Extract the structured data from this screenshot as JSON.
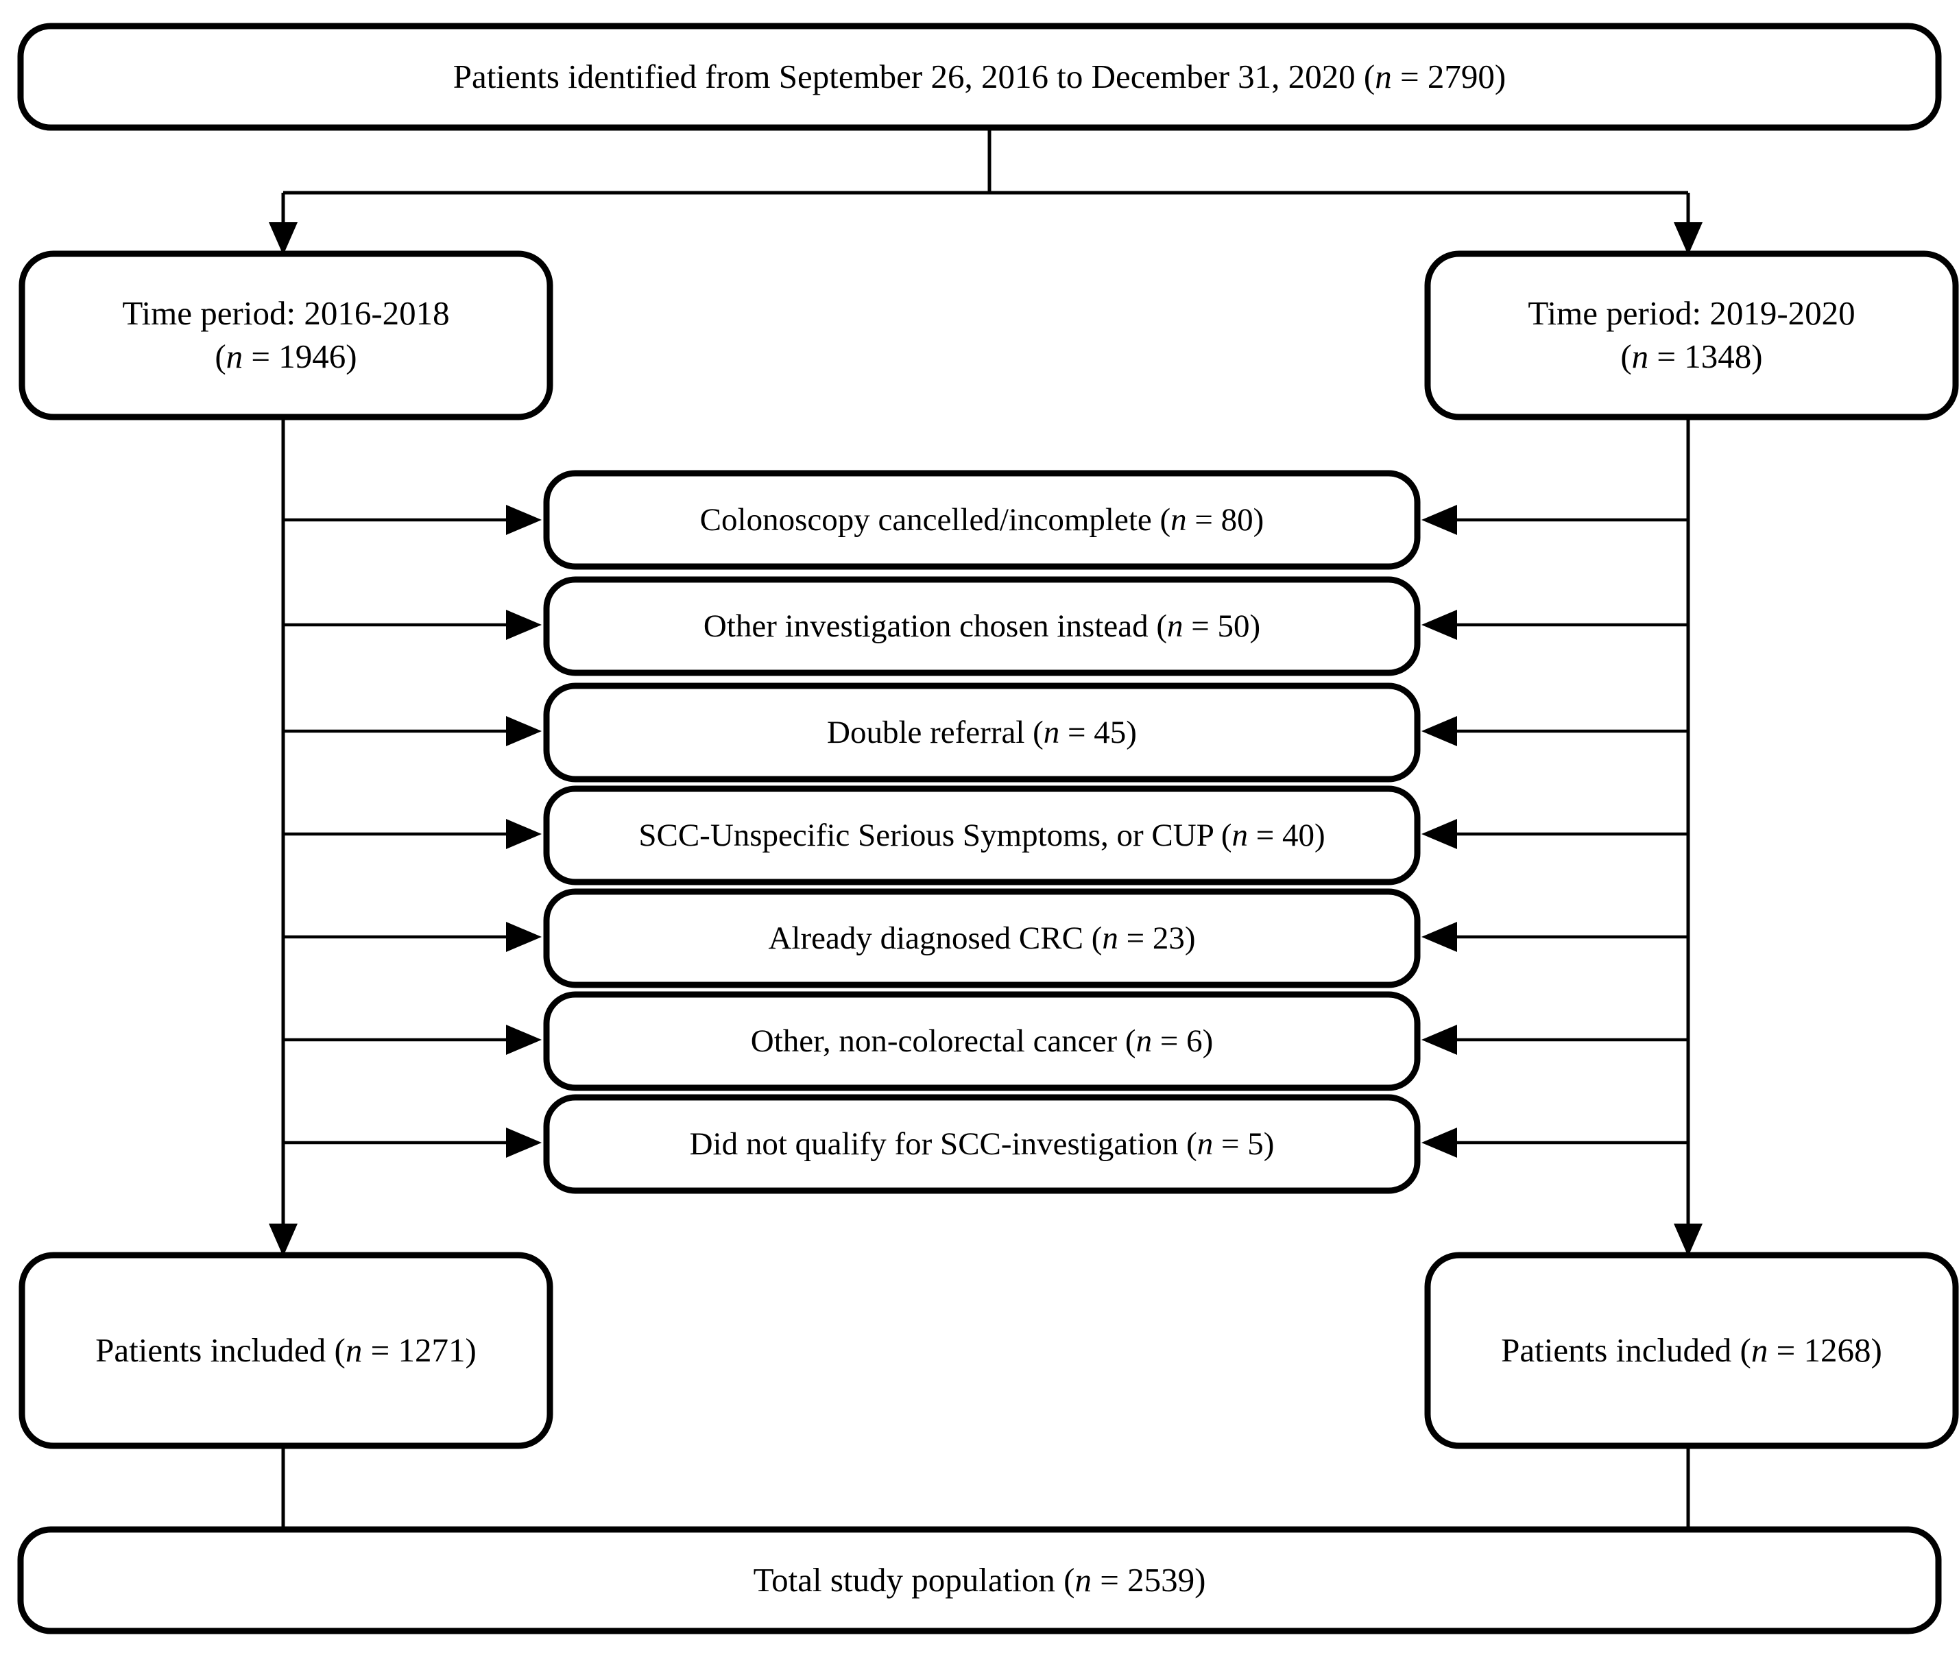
{
  "diagram": {
    "type": "patient-flow-diagram",
    "title_node": {
      "id": "identified",
      "text_prefix": "Patients identified from September 26, 2016 to December 31, 2020 (",
      "n_symbol": "n",
      "text_suffix": " = 2790)",
      "n_value": 2790
    },
    "branches": [
      {
        "id": "branch-left",
        "line1": "Time period: 2016-2018",
        "n_prefix": "(",
        "n_symbol": "n",
        "n_suffix": " = 1946)",
        "n_value": 1946
      },
      {
        "id": "branch-right",
        "line1": "Time period: 2019-2020",
        "n_prefix": "(",
        "n_symbol": "n",
        "n_suffix": " = 1348)",
        "n_value": 1348
      }
    ],
    "exclusions": [
      {
        "id": "excl-1",
        "label": "Colonoscopy cancelled/incomplete (",
        "n_symbol": "n",
        "suffix": " = 80)",
        "n_value": 80
      },
      {
        "id": "excl-2",
        "label": "Other investigation chosen instead (",
        "n_symbol": "n",
        "suffix": " = 50)",
        "n_value": 50
      },
      {
        "id": "excl-3",
        "label": "Double referral (",
        "n_symbol": "n",
        "suffix": " = 45)",
        "n_value": 45
      },
      {
        "id": "excl-4",
        "label": "SCC-Unspecific Serious Symptoms, or CUP (",
        "n_symbol": "n",
        "suffix": " = 40)",
        "n_value": 40
      },
      {
        "id": "excl-5",
        "label": "Already diagnosed CRC (",
        "n_symbol": "n",
        "suffix": " = 23)",
        "n_value": 23
      },
      {
        "id": "excl-6",
        "label": "Other, non-colorectal cancer (",
        "n_symbol": "n",
        "suffix": " = 6)",
        "n_value": 6
      },
      {
        "id": "excl-7",
        "label": "Did not qualify for SCC-investigation (",
        "n_symbol": "n",
        "suffix": " = 5)",
        "n_value": 5
      }
    ],
    "included": [
      {
        "id": "included-left",
        "label": "Patients included (",
        "n_symbol": "n",
        "suffix": " = 1271)",
        "n_value": 1271
      },
      {
        "id": "included-right",
        "label": "Patients included (",
        "n_symbol": "n",
        "suffix": " = 1268)",
        "n_value": 1268
      }
    ],
    "total_node": {
      "id": "total",
      "label": "Total study population (",
      "n_symbol": "n",
      "suffix": " = 2539)",
      "n_value": 2539
    },
    "colors": {
      "stroke": "#000000",
      "fill": "#ffffff",
      "text": "#000000"
    }
  }
}
